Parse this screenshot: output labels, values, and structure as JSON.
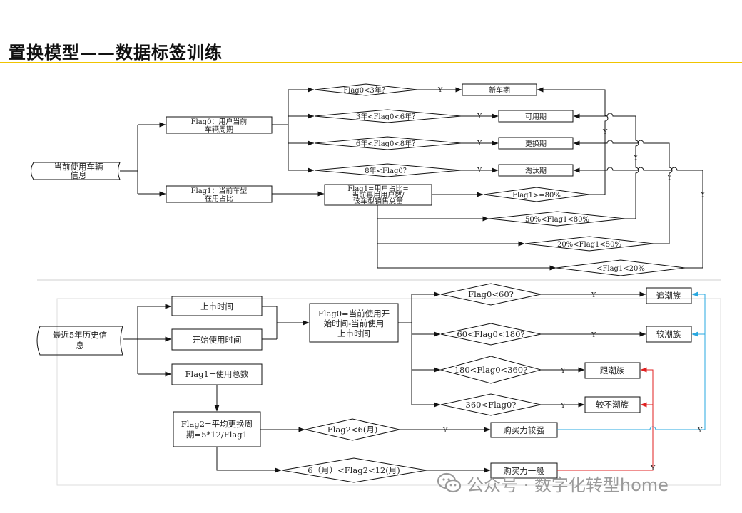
{
  "title": "置换模型——数据标签训练",
  "top": {
    "input": [
      "当前使用车辆",
      "信息"
    ],
    "flag0": [
      "Flag0：用户当前",
      "车辆周期"
    ],
    "flag1": [
      "Flag1：当前车型",
      "在用占比"
    ],
    "flag1_formula": [
      "Flag1=用户占比=",
      "当前再用用户数/",
      "该车型销售总量"
    ],
    "conditions0": [
      "Flag0<3年？",
      "3年<Flag0<6年？",
      "6年<Flag0<8年？",
      "8年<Flag0？"
    ],
    "results0": [
      "新车期",
      "可用期",
      "更换期",
      "淘汰期"
    ],
    "conditions1": [
      "Flag1>=80%",
      "50%<Flag1<80%",
      "20%<Flag1<50%",
      "<Flag1<20%"
    ],
    "yes": "Y"
  },
  "bottom": {
    "input": [
      "最近5年历史信",
      "息"
    ],
    "launch_time": "上市时间",
    "start_time": "开始使用时间",
    "flag0_formula": [
      "Flag0=当前使用开",
      "始时间-当前使用",
      "上市时间"
    ],
    "flag1": "Flag1=使用总数",
    "flag2": [
      "Flag2=平均更换周",
      "期=5*12/Flag1"
    ],
    "conditions0": [
      "Flag0<60?",
      "60<Flag0<180?",
      "180<Flag0<360?",
      "360<Flag0?"
    ],
    "results0": [
      "追潮族",
      "较潮族",
      "跟潮族",
      "较不潮族"
    ],
    "conditions2": [
      "Flag2<6(月)",
      "6（月）<Flag2<12(月)"
    ],
    "results2": [
      "购买力较强",
      "购买力一般"
    ],
    "yes": "Y"
  },
  "watermark": "公众号 · 数字化转型home",
  "colors": {
    "title_rule": "#f0c400",
    "cyan_link": "#29a8e0",
    "red_link": "#e02020",
    "line": "#111111"
  }
}
